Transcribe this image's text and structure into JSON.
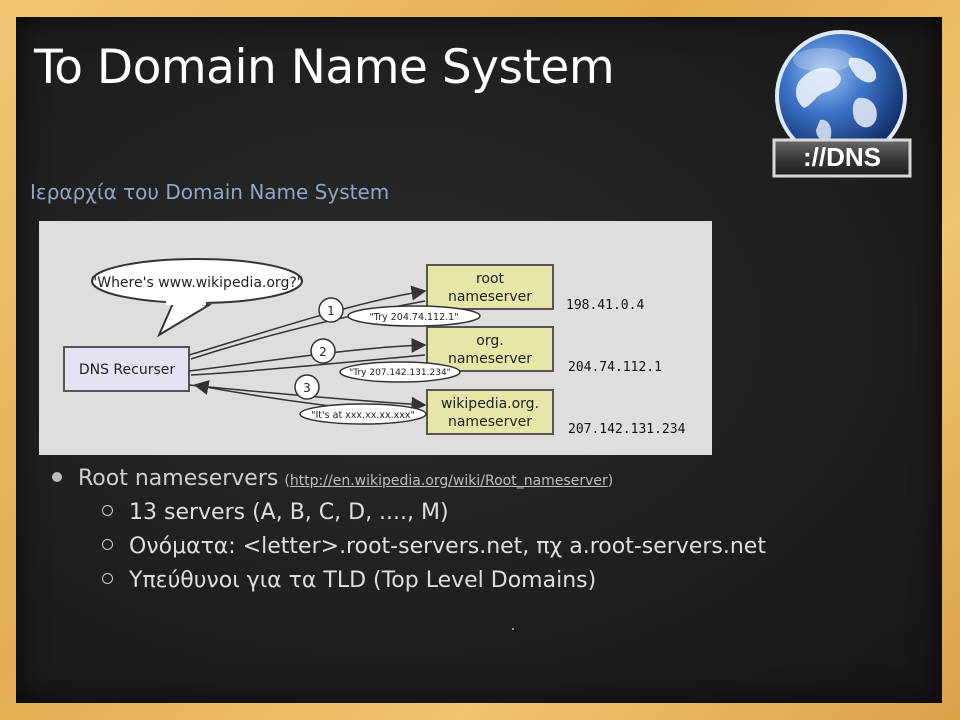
{
  "slide": {
    "title": "To Domain Name System",
    "subtitle": "Ιεραρχία του Domain Name System",
    "logo_text": "://DNS"
  },
  "diagram": {
    "recurser_label": "DNS Recurser",
    "question": "\"Where's www.wikipedia.org?\"",
    "steps": [
      "1",
      "2",
      "3"
    ],
    "replies": [
      "\"Try 204.74.112.1\"",
      "\"Try 207.142.131.234\"",
      "\"It's at xxx.xx.xx.xxx\""
    ],
    "servers": [
      {
        "line1": "root",
        "line2": "nameserver",
        "ip": "198.41.0.4"
      },
      {
        "line1": "org.",
        "line2": "nameserver",
        "ip": "204.74.112.1"
      },
      {
        "line1": "wikipedia.org.",
        "line2": "nameserver",
        "ip": "207.142.131.234"
      }
    ],
    "colors": {
      "panel": "#dedede",
      "server_fill": "#e6e6a8",
      "recurser_fill": "#e3e3f3",
      "border": "#555555"
    }
  },
  "bullets": {
    "main_text": "Root nameservers",
    "link_open": "(",
    "link_text": "http://en.wikipedia.org/wiki/Root_nameserver",
    "link_close": ")",
    "sub": [
      "13 servers (A, B, C, D, ...., M)",
      "Ονόματα: <letter>.root-servers.net, πχ a.root-servers.net",
      "Υπεύθυνοι για τα TLD (Top Level Domains)"
    ]
  }
}
